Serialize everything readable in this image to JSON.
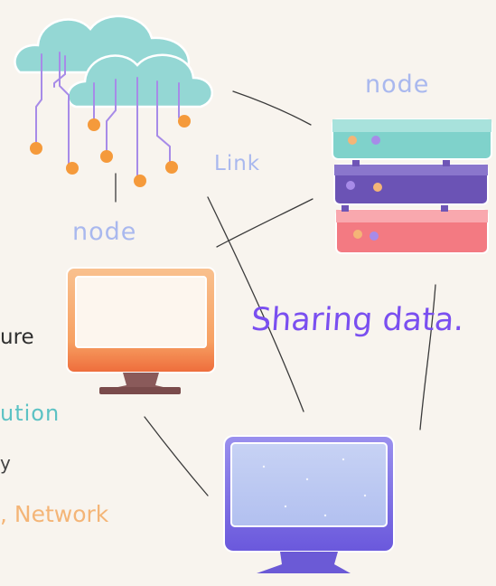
{
  "labels": {
    "node_top": "node",
    "node_left": "node",
    "link": "Link",
    "sharing": "Sharing data.",
    "edge_ure": "ure",
    "edge_ution": "ution",
    "edge_y": "y",
    "edge_network": ", Network"
  },
  "colors": {
    "background": "#f8f4ee",
    "cloud": "#8fd3d1",
    "wire": "#a78be8",
    "dot": "#f59a3b",
    "server_top": "#78cfc8",
    "server_mid": "#6f55b6",
    "server_bottom": "#f0707a",
    "monitor_orange": "#f28a45",
    "monitor_purple": "#7f72e6",
    "label_blue": "#a9b8ee",
    "sharing_text": "#7a4ff0"
  },
  "icons": [
    "cloud-icon",
    "server-stack-icon",
    "monitor-icon"
  ]
}
